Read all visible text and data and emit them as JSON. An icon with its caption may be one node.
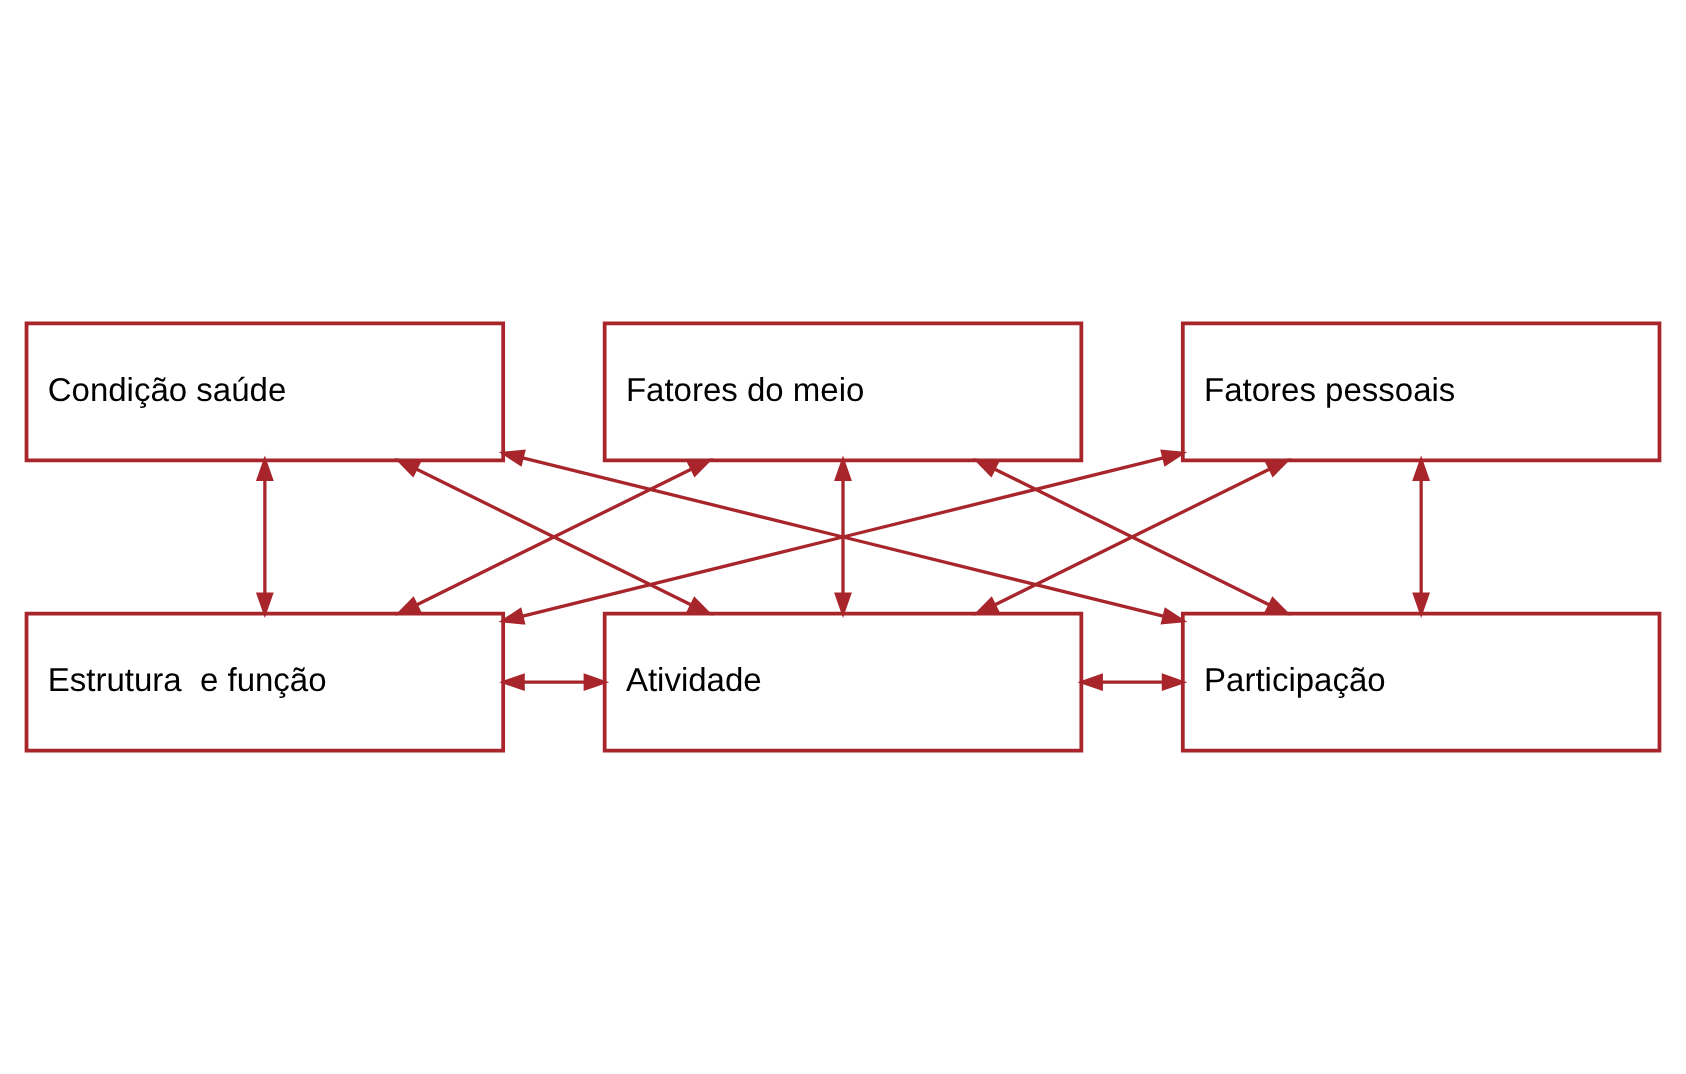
{
  "diagram": {
    "nodes": [
      {
        "text": [
          "Condição saúde"
        ]
      },
      {
        "text": [
          "Estrutura  e função"
        ]
      },
      {
        "text": [
          "Atividade"
        ]
      },
      {
        "text": [
          "Participação"
        ]
      },
      {
        "text": [
          "Fatores do meio"
        ]
      },
      {
        "text": [
          "Fatores pessoais"
        ]
      }
    ],
    "edges": [
      {
        "from": 0,
        "to": 2,
        "arrow": "both"
      },
      {
        "from": 0,
        "to": 1,
        "arrow": "both"
      },
      {
        "from": 0,
        "to": 3,
        "arrow": "both"
      },
      {
        "from": 1,
        "to": 2,
        "arrow": "both"
      },
      {
        "from": 2,
        "to": 3,
        "arrow": "both"
      },
      {
        "from": 4,
        "to": 1,
        "arrow": "both"
      },
      {
        "from": 4,
        "to": 2,
        "arrow": "both"
      },
      {
        "from": 4,
        "to": 3,
        "arrow": "both"
      },
      {
        "from": 5,
        "to": 1,
        "arrow": "both"
      },
      {
        "from": 5,
        "to": 2,
        "arrow": "both"
      },
      {
        "from": 5,
        "to": 3,
        "arrow": "both"
      }
    ]
  }
}
